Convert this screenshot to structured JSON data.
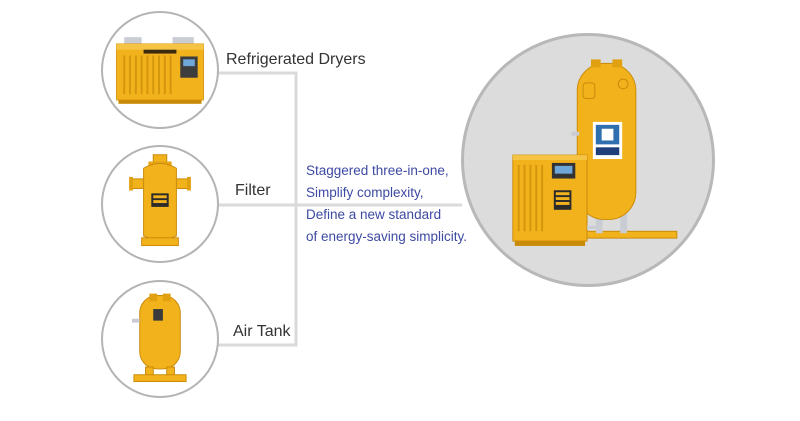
{
  "products": [
    {
      "name": "refrigerated-dryer",
      "label": "Refrigerated Dryers"
    },
    {
      "name": "filter",
      "label": "Filter"
    },
    {
      "name": "air-tank",
      "label": "Air Tank"
    }
  ],
  "tagline": [
    "Staggered three-in-one,",
    "Simplify complexity,",
    "Define a new standard",
    "of energy-saving simplicity."
  ],
  "colors": {
    "product_orange": "#f2b21c",
    "tagline_blue": "#3d4aa3",
    "connector_gray": "#dadada",
    "circle_border": "#b4b4b4"
  }
}
